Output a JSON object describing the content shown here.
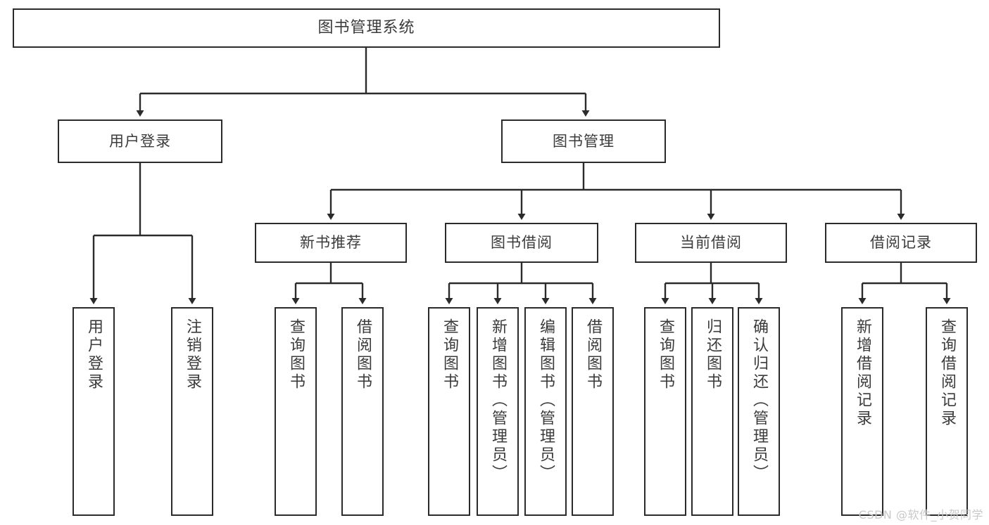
{
  "diagram": {
    "title": "图书管理系统",
    "type": "tree-hierarchy-diagram",
    "root": {
      "label": "图书管理系统"
    },
    "level2": [
      {
        "id": "user-login",
        "label": "用户登录"
      },
      {
        "id": "book-management",
        "label": "图书管理"
      }
    ],
    "level3": [
      {
        "id": "new-book-recommend",
        "label": "新书推荐",
        "parent": "book-management"
      },
      {
        "id": "book-borrow",
        "label": "图书借阅",
        "parent": "book-management"
      },
      {
        "id": "current-borrow",
        "label": "当前借阅",
        "parent": "book-management"
      },
      {
        "id": "borrow-record",
        "label": "借阅记录",
        "parent": "book-management"
      }
    ],
    "leaves": [
      {
        "id": "leaf-user-login",
        "label": "用户登录",
        "parent": "user-login"
      },
      {
        "id": "leaf-logout-login",
        "label": "注销登录",
        "parent": "user-login"
      },
      {
        "id": "leaf-query-book-1",
        "label": "查询图书",
        "parent": "new-book-recommend"
      },
      {
        "id": "leaf-borrow-book-1",
        "label": "借阅图书",
        "parent": "new-book-recommend"
      },
      {
        "id": "leaf-query-book-2",
        "label": "查询图书",
        "parent": "book-borrow"
      },
      {
        "id": "leaf-add-book",
        "label": "新增图书（管理员）",
        "parent": "book-borrow"
      },
      {
        "id": "leaf-edit-book",
        "label": "编辑图书（管理员）",
        "parent": "book-borrow"
      },
      {
        "id": "leaf-borrow-book-2",
        "label": "借阅图书",
        "parent": "book-borrow"
      },
      {
        "id": "leaf-query-book-3",
        "label": "查询图书",
        "parent": "current-borrow"
      },
      {
        "id": "leaf-return-book",
        "label": "归还图书",
        "parent": "current-borrow"
      },
      {
        "id": "leaf-confirm-return",
        "label": "确认归还（管理员）",
        "parent": "current-borrow"
      },
      {
        "id": "leaf-add-record",
        "label": "新增借阅记录",
        "parent": "borrow-record"
      },
      {
        "id": "leaf-query-record",
        "label": "查询借阅记录",
        "parent": "borrow-record"
      }
    ],
    "colors": {
      "stroke": "#2b2b2b",
      "box_fill": "#ffffff",
      "text": "#3b3b3b",
      "watermark": "#c9c9c9"
    }
  },
  "watermark": {
    "text": "CSDN @软件_小贺同学"
  }
}
